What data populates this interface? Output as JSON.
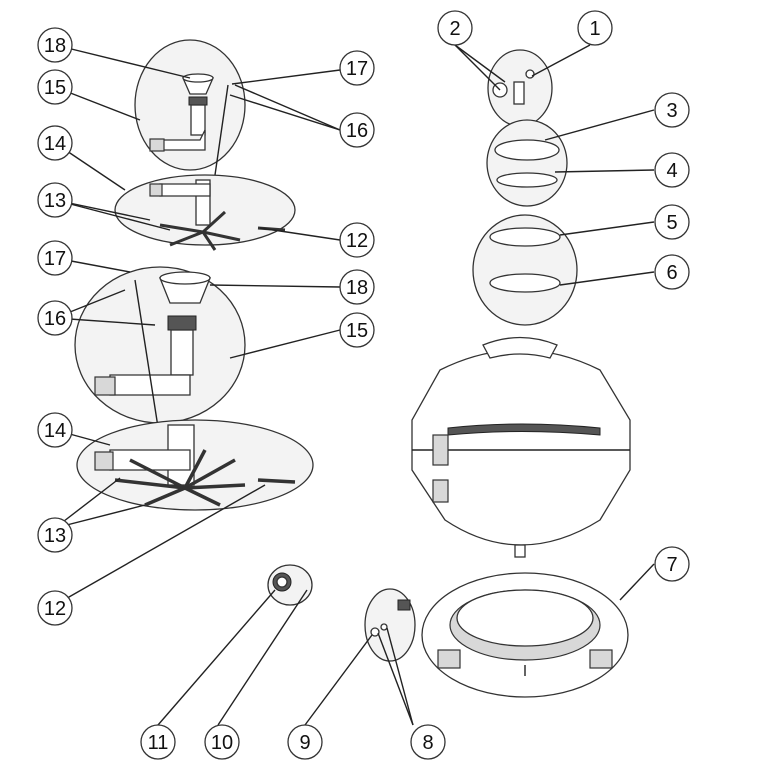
{
  "diagram": {
    "callouts": [
      {
        "id": "c1",
        "label": "1"
      },
      {
        "id": "c2",
        "label": "2"
      },
      {
        "id": "c3",
        "label": "3"
      },
      {
        "id": "c4",
        "label": "4"
      },
      {
        "id": "c5",
        "label": "5"
      },
      {
        "id": "c6",
        "label": "6"
      },
      {
        "id": "c7",
        "label": "7"
      },
      {
        "id": "c8",
        "label": "8"
      },
      {
        "id": "c9",
        "label": "9"
      },
      {
        "id": "c10",
        "label": "10"
      },
      {
        "id": "c11",
        "label": "11"
      },
      {
        "id": "c12a",
        "label": "12"
      },
      {
        "id": "c12b",
        "label": "12"
      },
      {
        "id": "c13a",
        "label": "13"
      },
      {
        "id": "c13b",
        "label": "13"
      },
      {
        "id": "c14a",
        "label": "14"
      },
      {
        "id": "c14b",
        "label": "14"
      },
      {
        "id": "c15a",
        "label": "15"
      },
      {
        "id": "c15b",
        "label": "15"
      },
      {
        "id": "c16a",
        "label": "16"
      },
      {
        "id": "c16b",
        "label": "16"
      },
      {
        "id": "c17a",
        "label": "17"
      },
      {
        "id": "c17b",
        "label": "17"
      },
      {
        "id": "c18a",
        "label": "18"
      },
      {
        "id": "c18b",
        "label": "18"
      }
    ]
  }
}
